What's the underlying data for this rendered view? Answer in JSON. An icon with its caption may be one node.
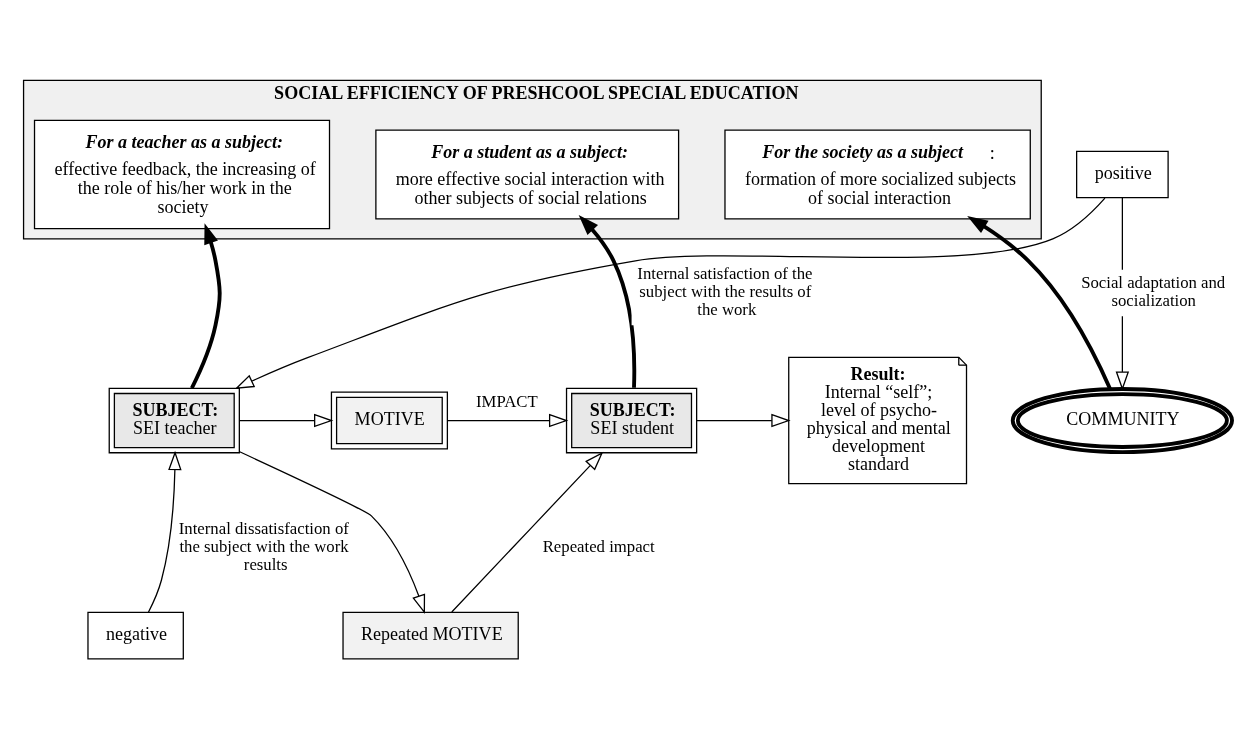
{
  "diagram": {
    "nodes": [
      {
        "text": [
          "SOCIAL EFFICIENCY OF PRESHCOOL SPECIAL EDUCATION"
        ]
      },
      {
        "text": [
          "**For a teacher as a subject:** effective feedback, the increasing of the role of his/her work in the society"
        ],
        "in": 0
      },
      {
        "text": [
          "**For a student as a subject:** more effective social interaction with other subjects of social relations"
        ],
        "in": 0
      },
      {
        "text": [
          "**For the society as a subject**: formation of more socialized subjects of social interaction"
        ],
        "in": 0
      },
      {
        "text": [
          "SUBJECT:",
          "SEI teacher"
        ]
      },
      {
        "text": [
          "MOTIVE"
        ]
      },
      {
        "text": [
          "SUBJECT:",
          "SEI student"
        ]
      },
      {
        "text": [
          "positive"
        ]
      },
      {
        "text": [
          "Result:",
          "Internal “self”; level of psycho-physical and mental development",
          "standard"
        ]
      },
      {
        "text": [
          "COMMUNITY"
        ]
      },
      {
        "text": [
          "negative"
        ]
      },
      {
        "text": [
          "Repeated MOTIVE"
        ]
      }
    ],
    "edges": [
      {
        "from": 4,
        "to": 1,
        "arrow": "to",
        "style": "thick"
      },
      {
        "from": 6,
        "to": 2,
        "arrow": "to",
        "style": "thick",
        "label": "Internal satisfaction of the subject with the results of the work"
      },
      {
        "from": 9,
        "to": 3,
        "arrow": "to",
        "style": "thick",
        "label": "Social adaptation and socialization"
      },
      {
        "from": 7,
        "to": 4,
        "arrow": "to"
      },
      {
        "from": 4,
        "to": 5,
        "arrow": "to"
      },
      {
        "from": 5,
        "to": 6,
        "arrow": "to",
        "label": "IMPACT"
      },
      {
        "from": 6,
        "to": 8,
        "arrow": "to"
      },
      {
        "from": 7,
        "to": 9,
        "arrow": "to"
      },
      {
        "from": 10,
        "to": 4,
        "arrow": "to",
        "label": "Internal dissatisfaction of the subject with the work results"
      },
      {
        "from": 4,
        "to": 11,
        "arrow": "to"
      },
      {
        "from": 11,
        "to": 6,
        "arrow": "to",
        "label": "Repeated impact"
      }
    ]
  }
}
